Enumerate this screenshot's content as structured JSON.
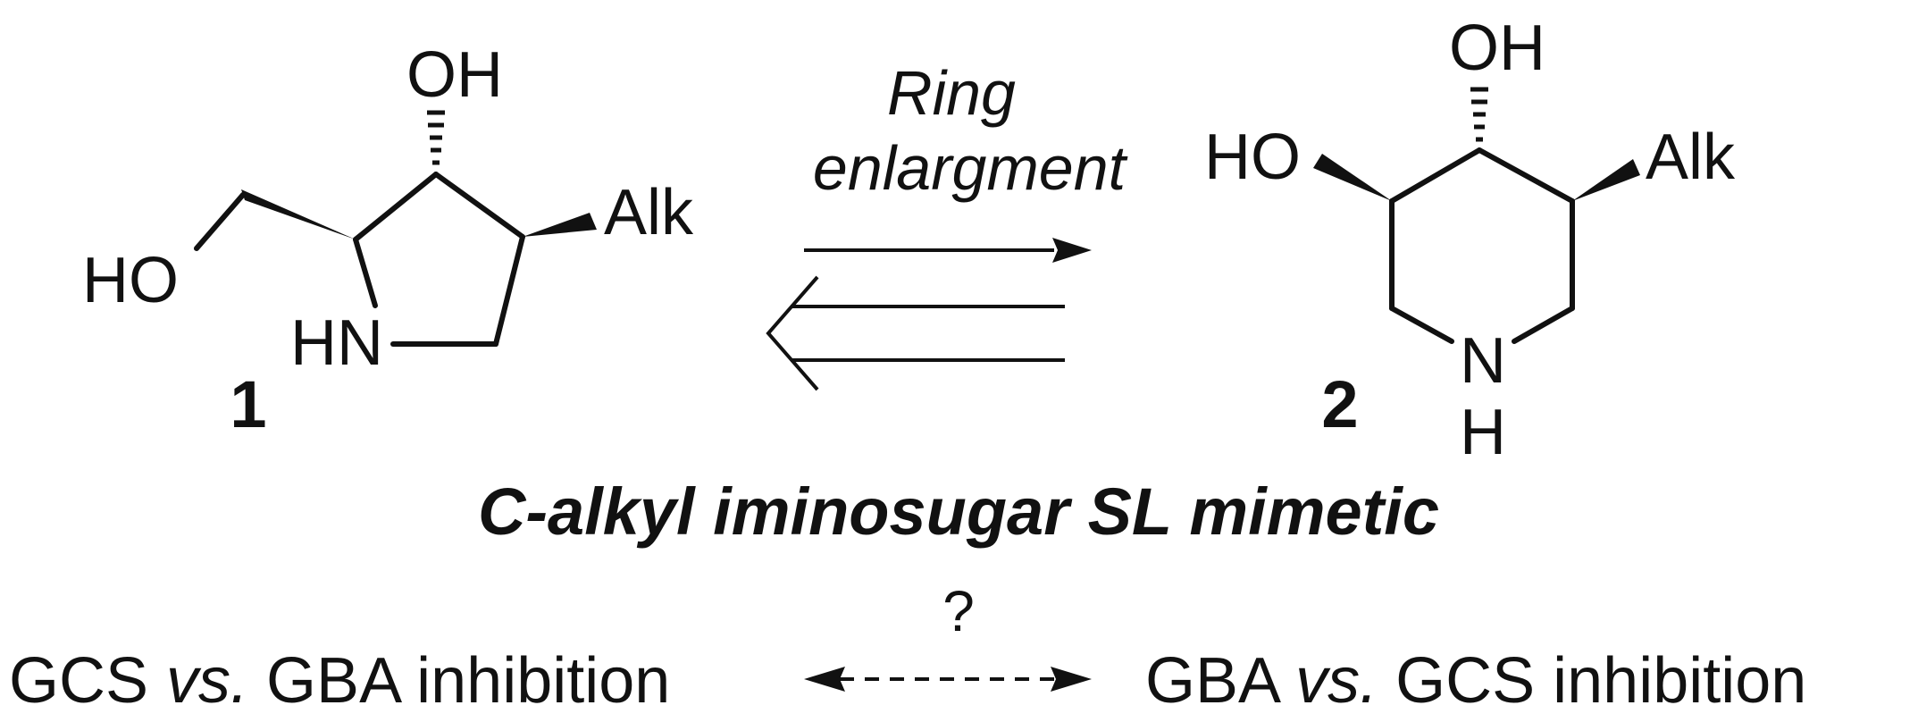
{
  "compound_1": {
    "label": "1",
    "atoms": {
      "hydroxyl_top": "OH",
      "hydroxyl_left": "HO",
      "amine": "HN",
      "substituent": "Alk"
    }
  },
  "compound_2": {
    "label": "2",
    "atoms": {
      "hydroxyl_top": "OH",
      "hydroxyl_left": "HO",
      "substituent": "Alk",
      "nitrogen": "N",
      "nitrogen_h": "H"
    }
  },
  "equilibrium": {
    "label_line1": "Ring",
    "label_line2": "enlargment"
  },
  "caption": "C-alkyl iminosugar SL mimetic",
  "comparison": {
    "left": {
      "part1": "GCS ",
      "vs": "vs.",
      "part2": " GBA inhibition"
    },
    "right": {
      "part1": "GBA ",
      "vs": "vs.",
      "part2": " GCS inhibition"
    },
    "question": "?"
  }
}
